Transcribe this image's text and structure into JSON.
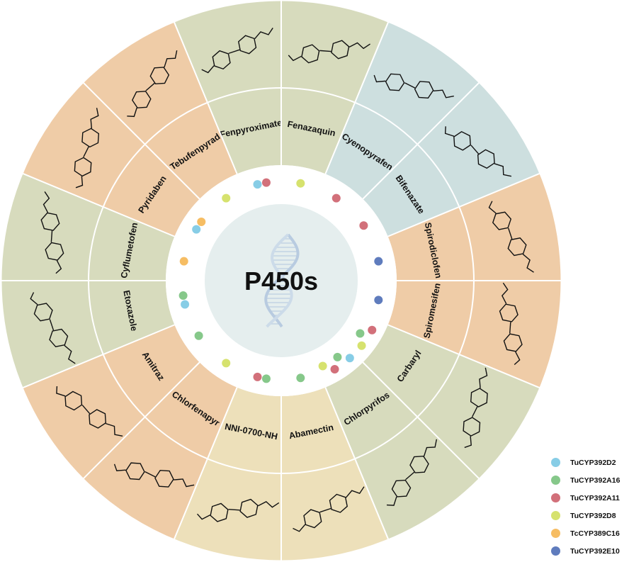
{
  "center": {
    "title": "P450s",
    "icon": "dna-helix-icon"
  },
  "colors": {
    "orange": "#efcca7",
    "green": "#d7dbbd",
    "blue": "#cddfdf",
    "yellow": "#ede0ba",
    "center_fill": "#e5eeee"
  },
  "enzymes": [
    {
      "id": "D2",
      "label": "TuCYP392D2",
      "color": "#87cde6"
    },
    {
      "id": "A16",
      "label": "TuCYP392A16",
      "color": "#86c88a"
    },
    {
      "id": "A11",
      "label": "TuCYP392A11",
      "color": "#d2707a"
    },
    {
      "id": "D8",
      "label": "TuCYP392D8",
      "color": "#d6e26e"
    },
    {
      "id": "C16",
      "label": "TcCYP389C16",
      "color": "#f6bd63"
    },
    {
      "id": "E10",
      "label": "TuCYP392E10",
      "color": "#5f7cbd"
    }
  ],
  "compounds": [
    {
      "name": "Fenazaquin",
      "group": "green",
      "enzymes": [
        "D8"
      ]
    },
    {
      "name": "Cyenopyrafen",
      "group": "blue",
      "enzymes": [
        "A11"
      ]
    },
    {
      "name": "Bifenazate",
      "group": "blue",
      "enzymes": [
        "A11"
      ]
    },
    {
      "name": "Spirodiclofen",
      "group": "orange",
      "enzymes": [
        "E10"
      ]
    },
    {
      "name": "Spiromesifen",
      "group": "orange",
      "enzymes": [
        "E10"
      ]
    },
    {
      "name": "Carbaryl",
      "group": "green",
      "enzymes": [
        "A11",
        "A16",
        "D8"
      ]
    },
    {
      "name": "Chlorpyrifos",
      "group": "green",
      "enzymes": [
        "D2",
        "A16",
        "A11",
        "D8"
      ]
    },
    {
      "name": "Abamectin",
      "group": "yellow",
      "enzymes": [
        "A16"
      ]
    },
    {
      "name": "NNI-0700-NH",
      "group": "yellow",
      "enzymes": [
        "A16",
        "A11"
      ]
    },
    {
      "name": "Chlorfenapyr",
      "group": "orange",
      "enzymes": [
        "D8"
      ]
    },
    {
      "name": "Amitraz",
      "group": "orange",
      "enzymes": [
        "A16"
      ]
    },
    {
      "name": "Etoxazole",
      "group": "green",
      "enzymes": [
        "D2",
        "A16"
      ]
    },
    {
      "name": "Cyflumetofen",
      "group": "green",
      "enzymes": [
        "C16"
      ]
    },
    {
      "name": "Pyridaben",
      "group": "orange",
      "enzymes": [
        "D2",
        "C16"
      ]
    },
    {
      "name": "Tebufenpyrad",
      "group": "orange",
      "enzymes": [
        "D8"
      ]
    },
    {
      "name": "Fenpyroximate",
      "group": "green",
      "enzymes": [
        "D2",
        "A11"
      ]
    }
  ]
}
